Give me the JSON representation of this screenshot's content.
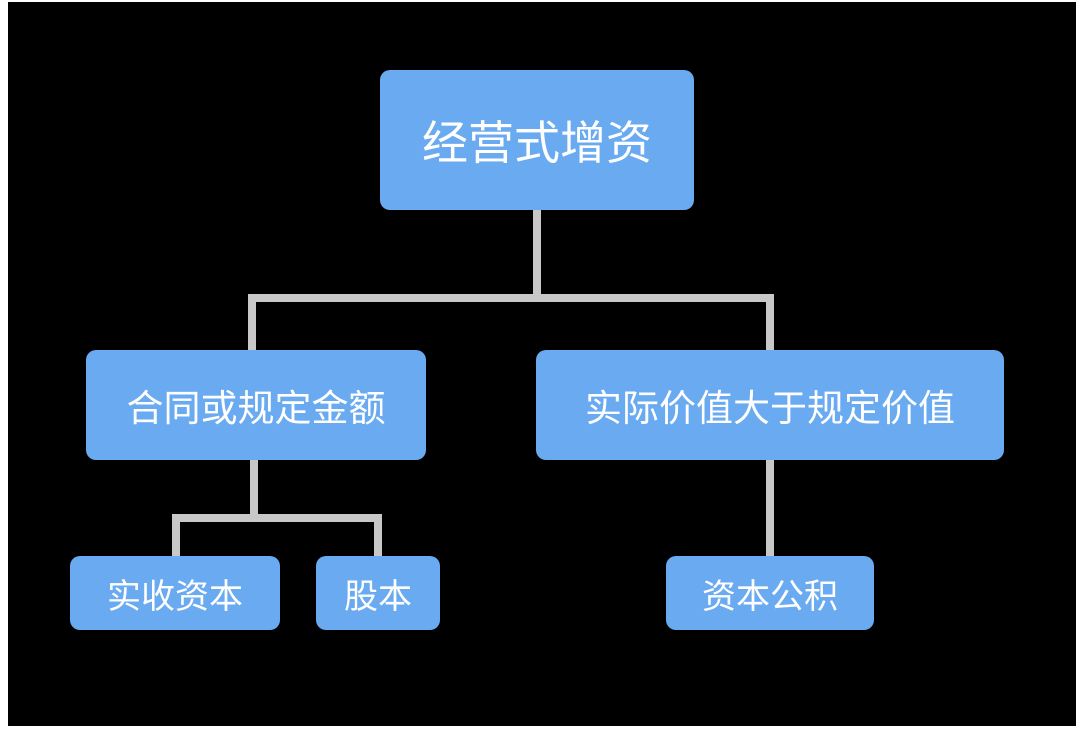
{
  "diagram": {
    "type": "tree",
    "colors": {
      "background": "#000000",
      "node_fill": "#6aaaf0",
      "node_text": "#ffffff",
      "connector": "#c8c8c8"
    },
    "root": {
      "label": "经营式增资"
    },
    "branches": [
      {
        "label": "合同或规定金额",
        "children": [
          {
            "label": "实收资本"
          },
          {
            "label": "股本"
          }
        ]
      },
      {
        "label": "实际价值大于规定价值",
        "children": [
          {
            "label": "资本公积"
          }
        ]
      }
    ]
  }
}
